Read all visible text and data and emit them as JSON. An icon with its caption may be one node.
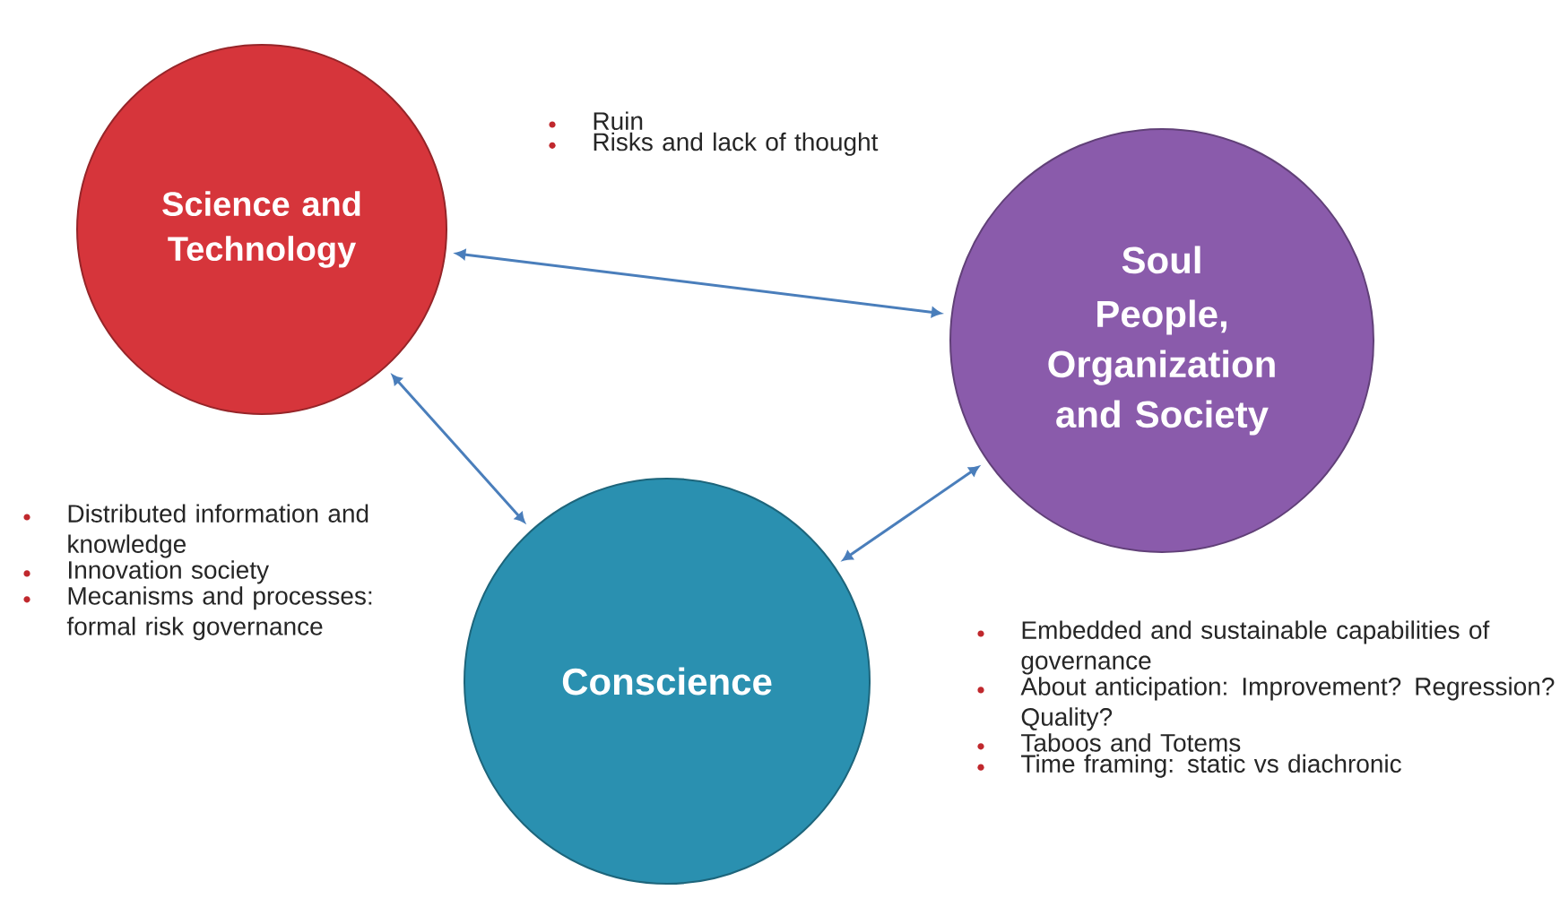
{
  "diagram": {
    "nodes": [
      {
        "text": [
          "Science and Technology"
        ]
      },
      {
        "text": [
          "Soul",
          "People, Organization and Society"
        ]
      },
      {
        "text": [
          "Conscience"
        ]
      }
    ],
    "edges": [
      {
        "from": 0,
        "to": 1,
        "arrow": "both"
      },
      {
        "from": 0,
        "to": 2,
        "arrow": "both"
      },
      {
        "from": 2,
        "to": 1,
        "arrow": "both"
      }
    ],
    "labels": [
      "Ruin",
      "Risks and lack of thought",
      "Distributed information and knowledge",
      "Innovation society",
      "Mecanisms and processes: formal risk governance",
      "Embedded and sustainable capabilities of governance",
      "About anticipation: Improvement? Regression?  Quality?",
      "Taboos and Totems",
      "Time framing: static vs diachronic"
    ]
  }
}
